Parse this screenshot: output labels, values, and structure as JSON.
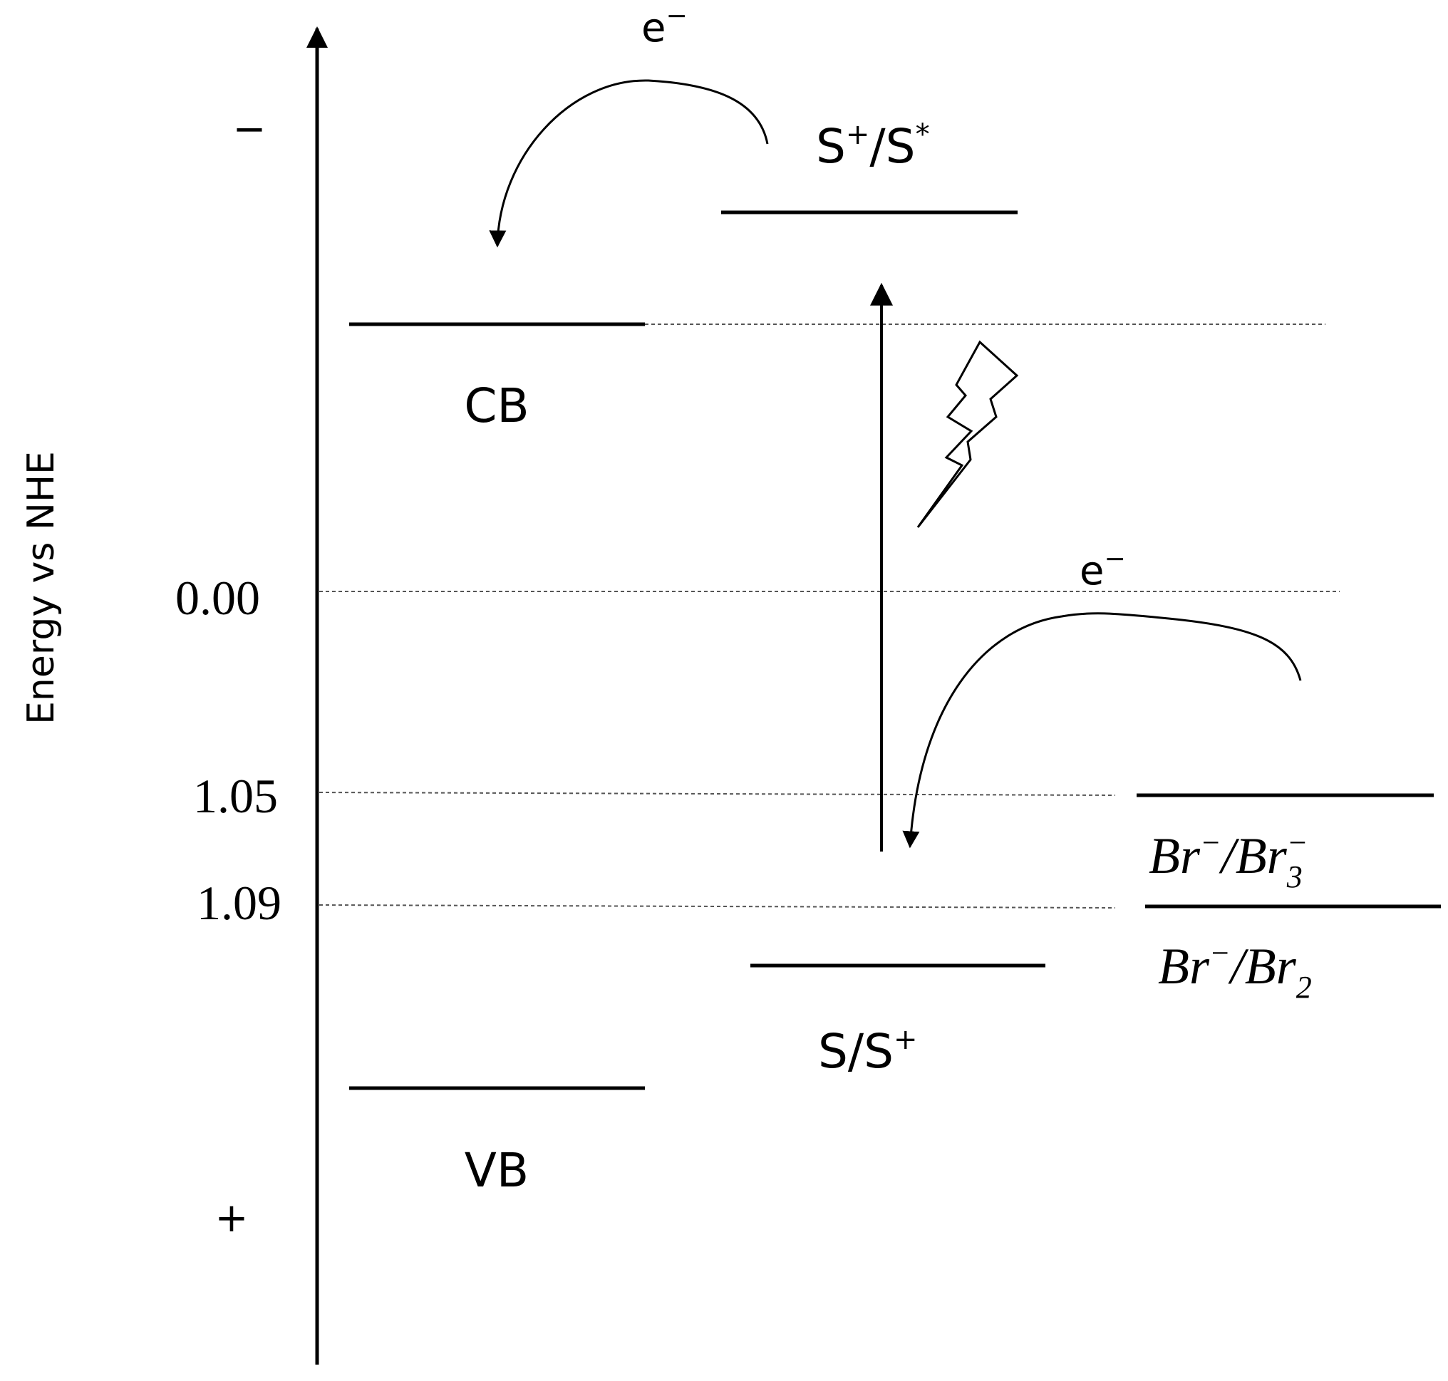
{
  "axis": {
    "label": "Energy vs NHE",
    "minus_sign": "−",
    "plus_sign": "+",
    "ticks": [
      "0.00",
      "1.05",
      "1.09"
    ]
  },
  "levels": {
    "cb": "CB",
    "vb": "VB",
    "excited": {
      "base": "S",
      "sup1": "+",
      "mid": "/S",
      "sup2": "*"
    },
    "ground": {
      "base": "S/S",
      "sup": "+"
    },
    "br3": {
      "a": "Br",
      "a_sup": "−",
      "sep": "/Br",
      "sub": "3",
      "b_sup": "−"
    },
    "br2": {
      "a": "Br",
      "a_sup": "−",
      "sep": "/Br",
      "sub": "2"
    }
  },
  "electron_labels": {
    "injection": {
      "base": "e",
      "sup": "−"
    },
    "regeneration": {
      "base": "e",
      "sup": "−"
    }
  },
  "icons": {
    "photon": "lightning-bolt-icon"
  }
}
